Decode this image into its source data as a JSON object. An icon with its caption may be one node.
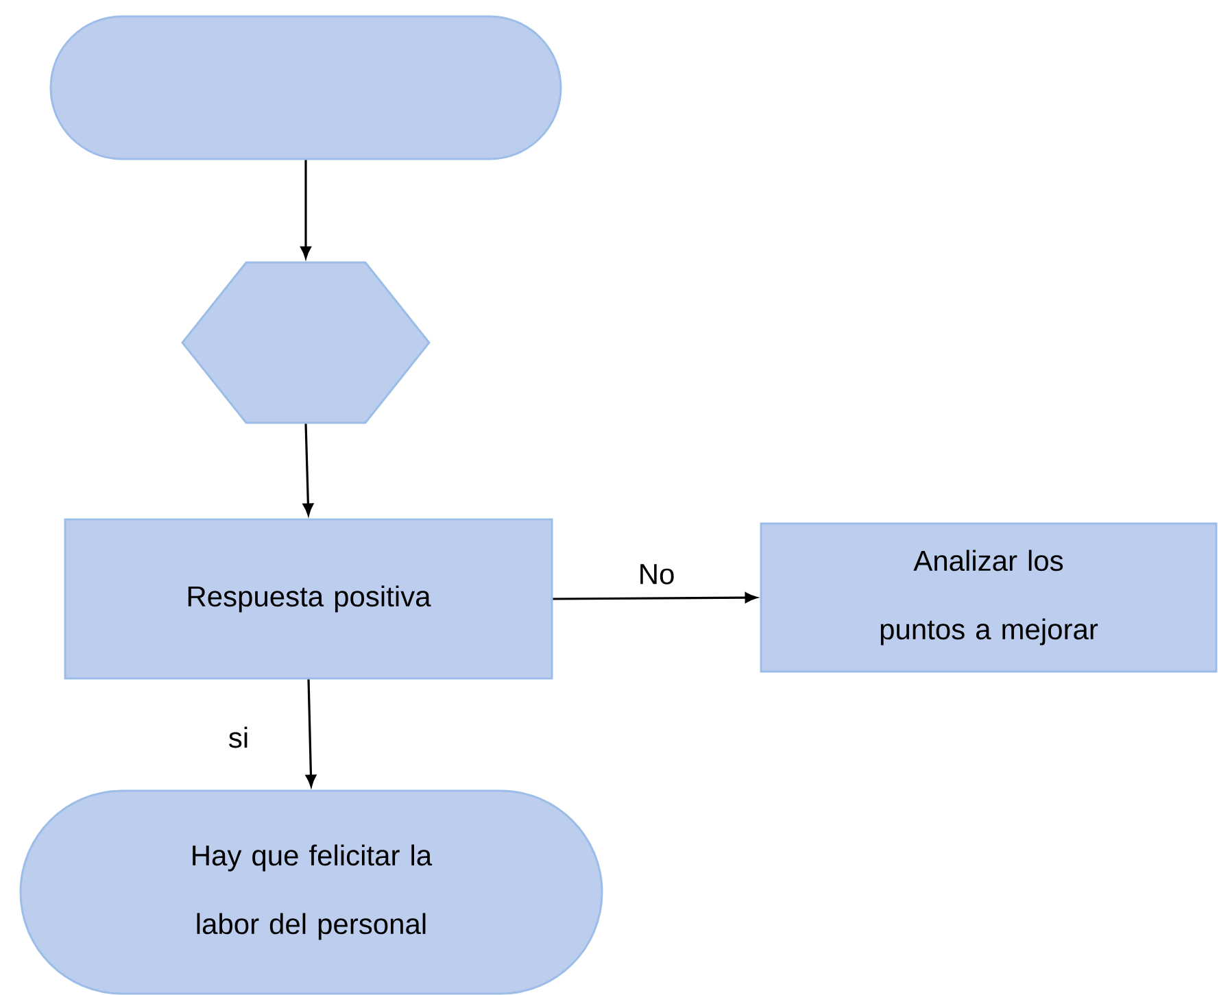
{
  "diagram": {
    "nodes": [
      {
        "text": [],
        "shape": "capsule"
      },
      {
        "text": [],
        "shape": "hexagon"
      },
      {
        "text": [
          "Respuesta positiva"
        ]
      },
      {
        "text": [
          "Analizar los puntos a mejorar"
        ]
      },
      {
        "text": [
          "Hay que felicitar la labor del personal"
        ]
      }
    ],
    "edges": [
      {
        "from": 0,
        "to": 1,
        "arrow": "to"
      },
      {
        "from": 1,
        "to": 2,
        "arrow": "to"
      },
      {
        "from": 2,
        "to": 3,
        "arrow": "to",
        "label": "No"
      },
      {
        "from": 2,
        "to": 4,
        "arrow": "to",
        "label": "si"
      }
    ]
  }
}
